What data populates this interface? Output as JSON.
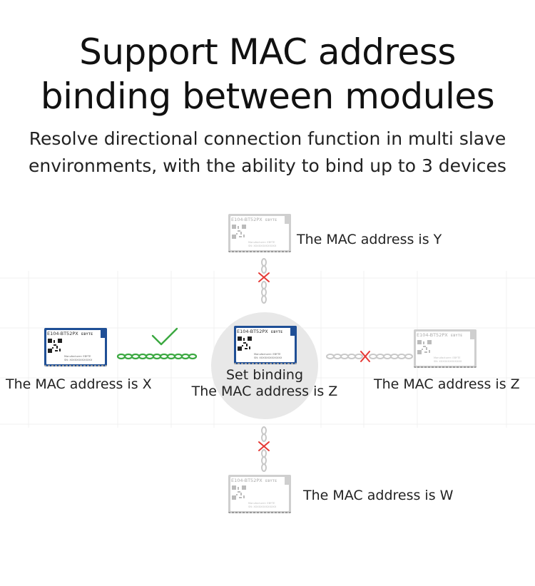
{
  "header": {
    "title_line1": "Support MAC address",
    "title_line2": "binding between modules",
    "subtitle_line1": "Resolve directional connection function in multi slave",
    "subtitle_line2": "environments, with the ability to bind up to 3 devices"
  },
  "module": {
    "model": "E104-BT52PX",
    "brand": "EBYTE",
    "manufacturer": "Manufacturer: EBYTE",
    "serial": "SN: XXXXXXXXXXXXX"
  },
  "center": {
    "line1": "Set binding",
    "line2": "The MAC address is Z"
  },
  "nodes": {
    "left": "The MAC address is X",
    "top": "The MAC address is Y",
    "right": "The MAC address is Z",
    "bottom": "The MAC address is W"
  },
  "colors": {
    "module_border_active": "#1f4f96",
    "link_ok": "#3aa840",
    "link_blocked": "#c8c8c8",
    "cross": "#e53935",
    "circle": "#e8e8e8"
  }
}
